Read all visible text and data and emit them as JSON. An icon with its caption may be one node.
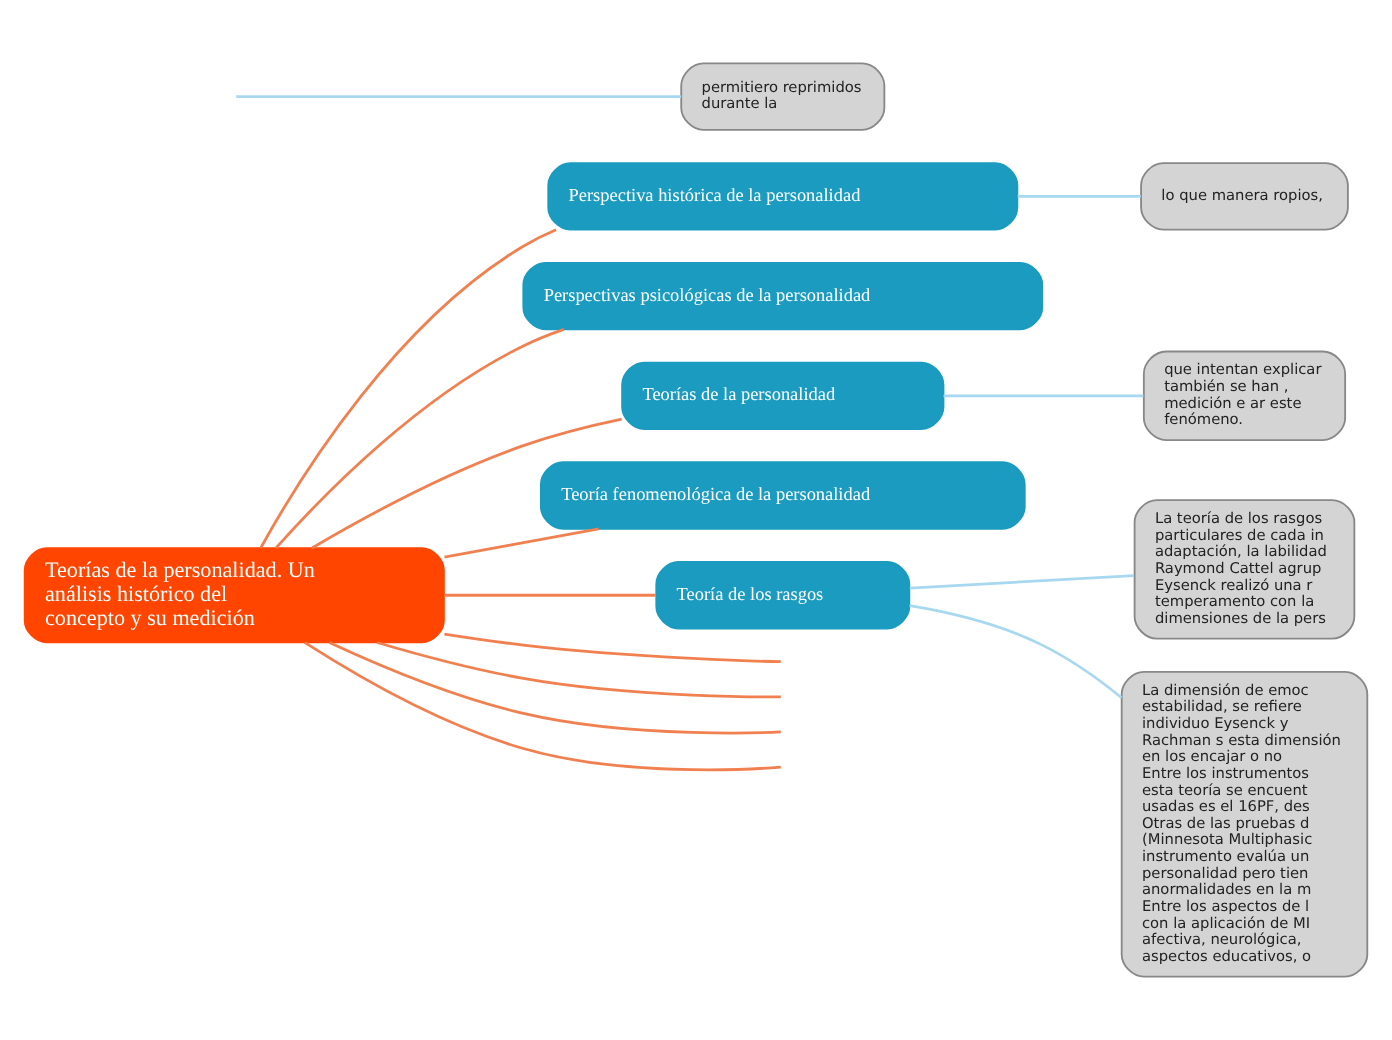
{
  "diagram": {
    "nodes": [
      {
        "text": [
          "Teorías de la personalidad. Un análisis histórico del concepto y su medición"
        ]
      },
      {
        "text": [
          "Perspectiva histórica de la personalidad"
        ]
      },
      {
        "text": [
          "lo que manera ropios,"
        ]
      },
      {
        "text": [
          "Perspectivas psicológicas de la personalidad"
        ]
      },
      {
        "text": [
          "Teorías de la personalidad"
        ]
      },
      {
        "text": [
          "que intentan explicar también se han , medición e ar este fenómeno."
        ]
      },
      {
        "text": [
          "Teoría fenomenológica de la personalidad"
        ]
      },
      {
        "text": [
          "Teoría de los rasgos"
        ]
      },
      {
        "text": [
          "La teoría de los rasgos particulares de cada in adaptación, la labilidad Raymond Cattel agrup Eysenck realizó una r temperamento con la dimensiones de la pers"
        ]
      },
      {
        "text": [
          "La dimensión de emoc estabilidad, se refiere individuo Eysenck y Rachman s esta dimensión en los encajar o no Entre los instrumentos esta teoría se encuent usadas es el 16PF, des Otras de las pruebas d (Minnesota Multiphasic instrumento evalúa un personalidad pero tien anormalidades en la m Entre los aspectos de l con la aplicación de MI afectiva, neurológica, aspectos educativos, o"
        ]
      },
      {
        "text": [
          "permitiero reprimidos durante la"
        ]
      }
    ],
    "edges": [
      {
        "from": 0,
        "to": 1,
        "arrow": "none"
      },
      {
        "from": 1,
        "to": 2,
        "arrow": "none",
        "color": "#a8d8f0"
      },
      {
        "from": 0,
        "to": 3,
        "arrow": "none"
      },
      {
        "from": 0,
        "to": 4,
        "arrow": "none"
      },
      {
        "from": 4,
        "to": 5,
        "arrow": "none",
        "color": "#a8d8f0"
      },
      {
        "from": 0,
        "to": null,
        "arrow": "none"
      },
      {
        "from": 0,
        "to": 6,
        "arrow": "none"
      },
      {
        "from": 0,
        "to": 7,
        "arrow": "none"
      },
      {
        "from": 7,
        "to": 8,
        "arrow": "none",
        "color": "#a8d8f0"
      },
      {
        "from": 7,
        "to": 9,
        "arrow": "none",
        "color": "#a8d8f0"
      },
      {
        "from": 0,
        "to": null,
        "arrow": "none"
      },
      {
        "from": 0,
        "to": null,
        "arrow": "none"
      },
      {
        "from": 0,
        "to": null,
        "arrow": "none"
      },
      {
        "from": null,
        "to": 10,
        "arrow": "none",
        "color": "#a8d8f0"
      }
    ]
  }
}
